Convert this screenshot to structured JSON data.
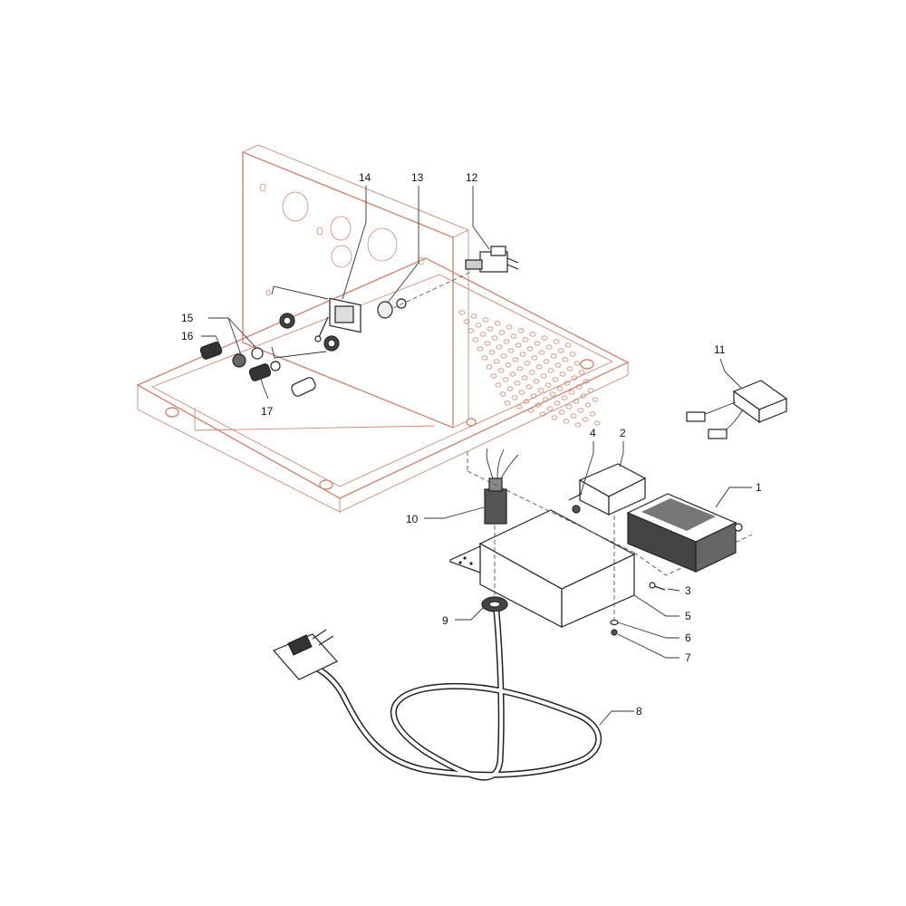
{
  "diagram": {
    "callouts": [
      {
        "id": "1",
        "label": "1"
      },
      {
        "id": "2",
        "label": "2"
      },
      {
        "id": "3",
        "label": "3"
      },
      {
        "id": "4",
        "label": "4"
      },
      {
        "id": "5",
        "label": "5"
      },
      {
        "id": "6",
        "label": "6"
      },
      {
        "id": "7",
        "label": "7"
      },
      {
        "id": "8",
        "label": "8"
      },
      {
        "id": "9",
        "label": "9"
      },
      {
        "id": "10",
        "label": "10"
      },
      {
        "id": "11",
        "label": "11"
      },
      {
        "id": "12",
        "label": "12"
      },
      {
        "id": "13",
        "label": "13"
      },
      {
        "id": "14",
        "label": "14"
      },
      {
        "id": "15",
        "label": "15"
      },
      {
        "id": "16",
        "label": "16"
      },
      {
        "id": "17",
        "label": "17"
      }
    ],
    "colors": {
      "frame": "#c98a78",
      "ink": "#222222",
      "background": "#ffffff"
    }
  }
}
